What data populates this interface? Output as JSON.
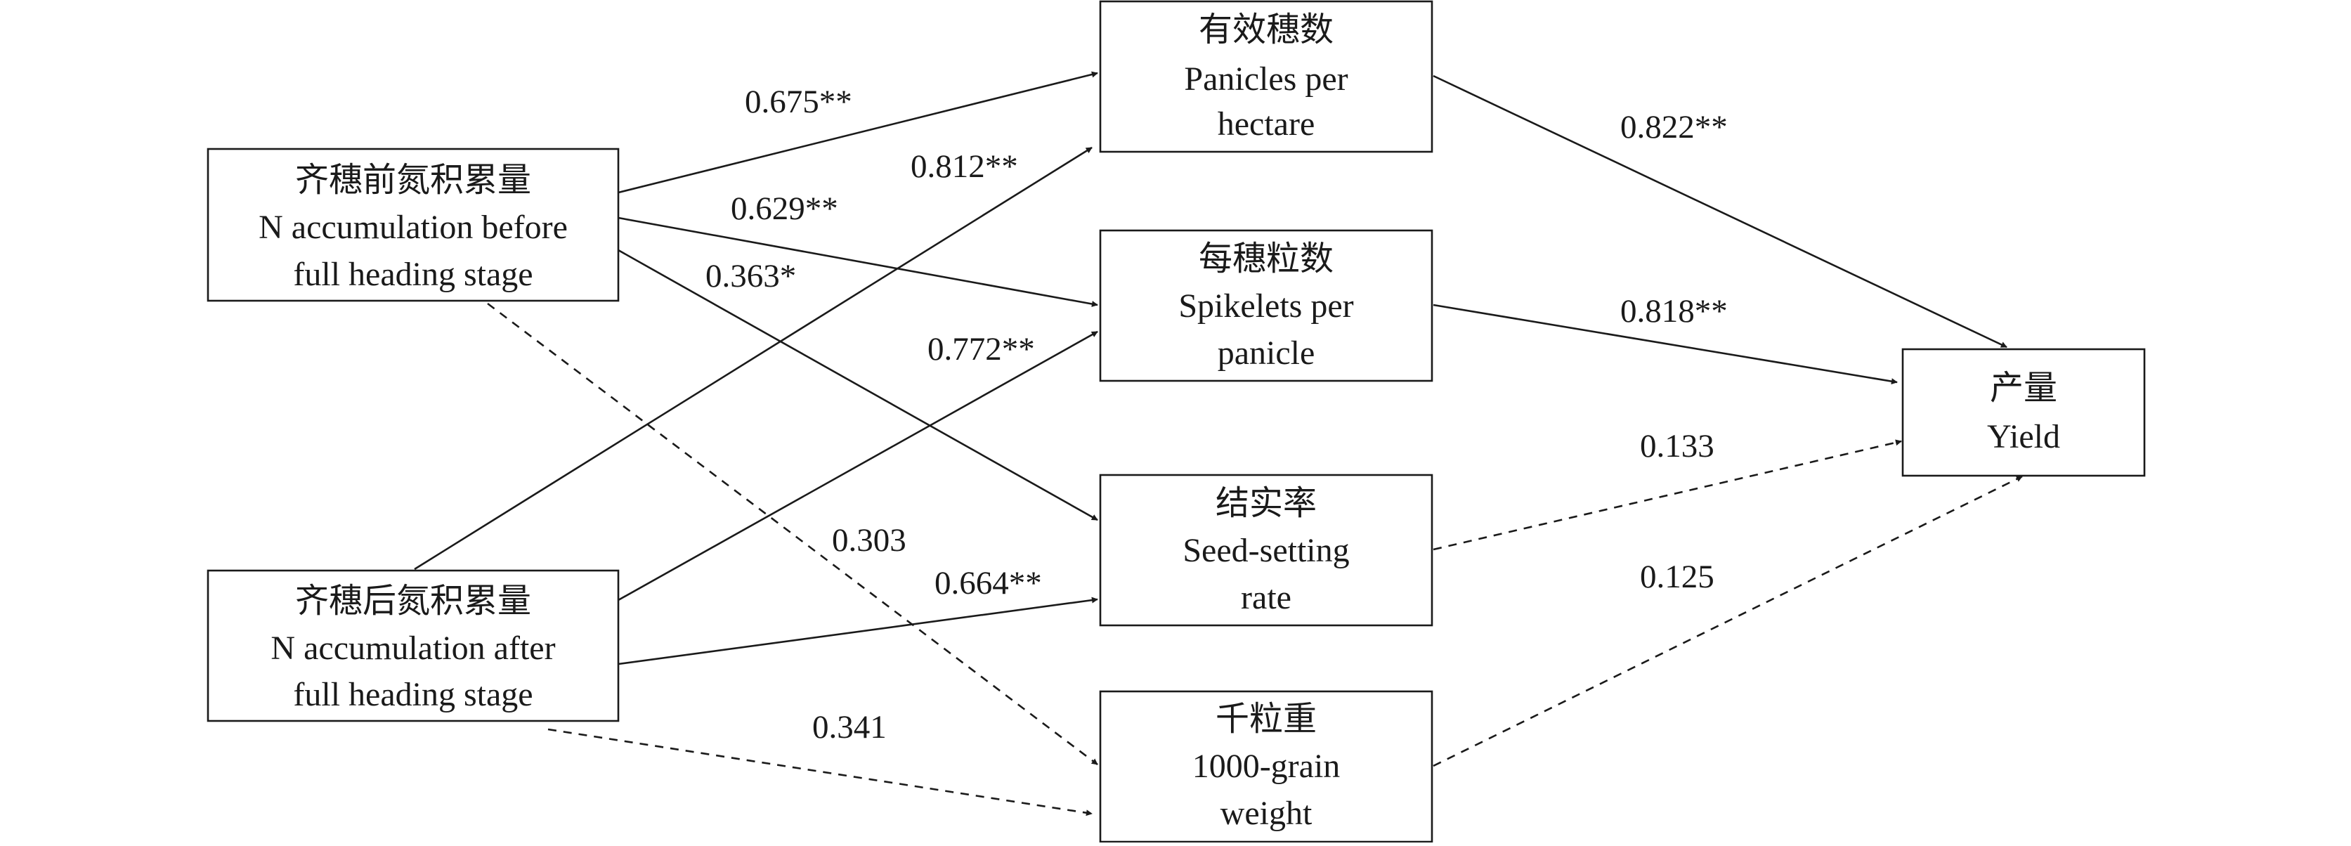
{
  "nodes": [
    {
      "id": "n_before",
      "lines": [
        "齐穗前氮积累量",
        "N accumulation before",
        "full heading stage"
      ]
    },
    {
      "id": "n_after",
      "lines": [
        "齐穗后氮积累量",
        "N accumulation after",
        "full heading stage"
      ]
    },
    {
      "id": "panicles",
      "lines": [
        "有效穗数",
        "Panicles per",
        "hectare"
      ]
    },
    {
      "id": "spikelets",
      "lines": [
        "每穗粒数",
        "Spikelets per",
        "panicle"
      ]
    },
    {
      "id": "seedset",
      "lines": [
        "结实率",
        "Seed-setting",
        "rate"
      ]
    },
    {
      "id": "grainweight",
      "lines": [
        "千粒重",
        "1000-grain",
        "weight"
      ]
    },
    {
      "id": "yield",
      "lines": [
        "产量",
        "Yield"
      ]
    }
  ],
  "edges": [
    {
      "id": "e1",
      "from": "n_before",
      "to": "panicles",
      "label": "0.675**",
      "significant": true
    },
    {
      "id": "e2",
      "from": "n_before",
      "to": "spikelets",
      "label": "0.629**",
      "significant": true
    },
    {
      "id": "e3",
      "from": "n_before",
      "to": "seedset",
      "label": "0.363*",
      "significant": true
    },
    {
      "id": "e4",
      "from": "n_before",
      "to": "grainweight",
      "label": "0.303",
      "significant": false
    },
    {
      "id": "e5",
      "from": "n_after",
      "to": "panicles",
      "label": "0.812**",
      "significant": true
    },
    {
      "id": "e6",
      "from": "n_after",
      "to": "spikelets",
      "label": "0.772**",
      "significant": true
    },
    {
      "id": "e7",
      "from": "n_after",
      "to": "seedset",
      "label": "0.664**",
      "significant": true
    },
    {
      "id": "e8",
      "from": "n_after",
      "to": "grainweight",
      "label": "0.341",
      "significant": false
    },
    {
      "id": "e9",
      "from": "panicles",
      "to": "yield",
      "label": "0.822**",
      "significant": true
    },
    {
      "id": "e10",
      "from": "spikelets",
      "to": "yield",
      "label": "0.818**",
      "significant": true
    },
    {
      "id": "e11",
      "from": "seedset",
      "to": "yield",
      "label": "0.133",
      "significant": false
    },
    {
      "id": "e12",
      "from": "grainweight",
      "to": "yield",
      "label": "0.125",
      "significant": false
    }
  ]
}
